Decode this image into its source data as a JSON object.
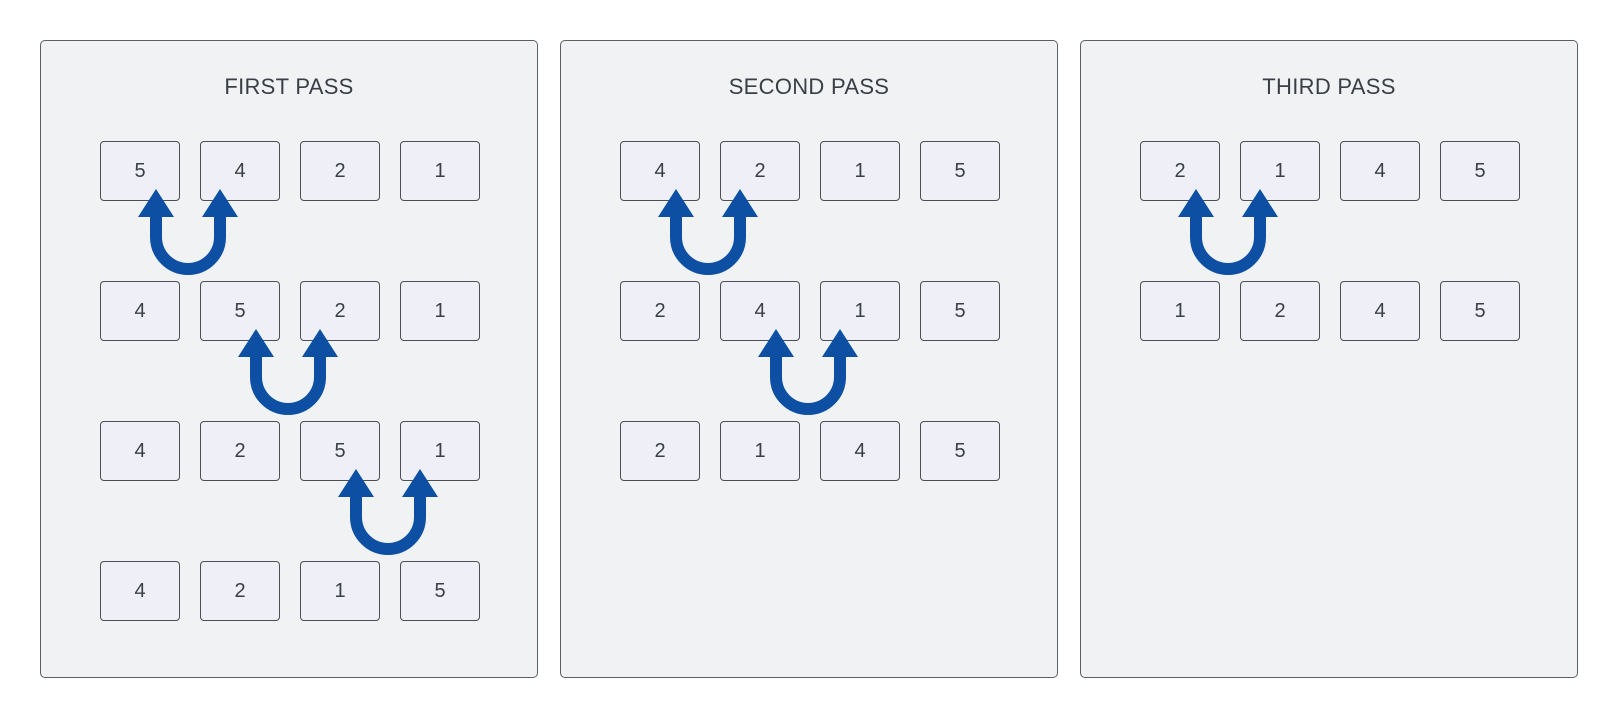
{
  "arrow_color": "#0c4fa3",
  "passes": [
    {
      "title": "FIRST PASS",
      "rows": [
        [
          "5",
          "4",
          "2",
          "1"
        ],
        [
          "4",
          "5",
          "2",
          "1"
        ],
        [
          "4",
          "2",
          "5",
          "1"
        ],
        [
          "4",
          "2",
          "1",
          "5"
        ]
      ],
      "swaps": [
        0,
        1,
        2
      ]
    },
    {
      "title": "SECOND PASS",
      "rows": [
        [
          "4",
          "2",
          "1",
          "5"
        ],
        [
          "2",
          "4",
          "1",
          "5"
        ],
        [
          "2",
          "1",
          "4",
          "5"
        ]
      ],
      "swaps": [
        0,
        1
      ]
    },
    {
      "title": "THIRD PASS",
      "rows": [
        [
          "2",
          "1",
          "4",
          "5"
        ],
        [
          "1",
          "2",
          "4",
          "5"
        ]
      ],
      "swaps": [
        0
      ]
    }
  ]
}
